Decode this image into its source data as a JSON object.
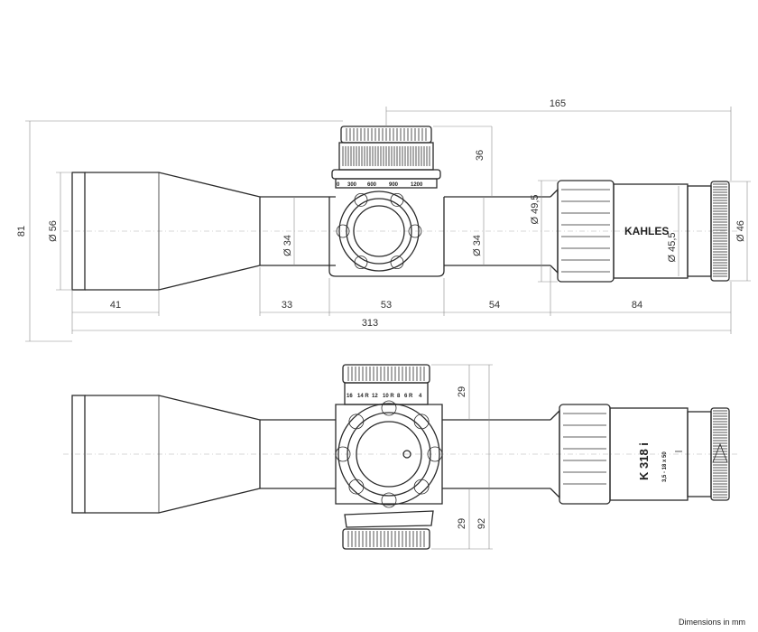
{
  "top_view": {
    "dims_h": {
      "d165": "165",
      "d41": "41",
      "d33": "33",
      "d53": "53",
      "d54": "54",
      "d84": "84",
      "d313": "313"
    },
    "dims_v": {
      "d81": "81",
      "d56": "Ø 56",
      "d34a": "Ø 34",
      "d34b": "Ø 34",
      "d36": "36",
      "d49_5": "Ø 49,5",
      "d45_5": "Ø 45,5",
      "d46": "Ø 46"
    },
    "brand": "KAHLES",
    "turret_scale": [
      "0",
      "300",
      "600",
      "900",
      "1200"
    ]
  },
  "side_view": {
    "dims_v": {
      "d29a": "29",
      "d29b": "29",
      "d92": "92"
    },
    "model": "K 318 i",
    "magnification": "3,5 - 18 x 50",
    "turret_marks": [
      "16",
      "14 R",
      "12",
      "10 R",
      "8",
      "6 R",
      "4"
    ]
  },
  "footnote": "Dimensions in mm"
}
